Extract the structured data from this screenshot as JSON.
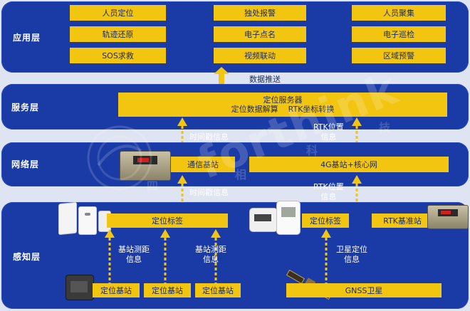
{
  "layers": {
    "application": {
      "label": "应用层",
      "col1": [
        "人员定位",
        "轨迹还原",
        "SOS求救"
      ],
      "col2": [
        "独处报警",
        "电子点名",
        "视频联动"
      ],
      "col3": [
        "人员聚集",
        "电子巡检",
        "区域预警"
      ]
    },
    "service": {
      "label": "服务层",
      "server_title": "定位服务器",
      "server_sub": "定位数据解算    RTK坐标转换"
    },
    "network": {
      "label": "网络层",
      "comm_station": "通信基站",
      "core_network": "4G基站+核心网"
    },
    "perception": {
      "label": "感知层",
      "tag_left": "定位标签",
      "tag_right": "定位标签",
      "rtk_station": "RTK基准站",
      "base_stations": [
        "定位基站",
        "定位基站",
        "定位基站"
      ],
      "gnss": "GNSS卫星"
    }
  },
  "flows": {
    "data_push": "数据推送",
    "timestamp_upper": "时间戳信息",
    "timestamp_lower": "时间戳信息",
    "rtk_upper": "RTK位置\n信息",
    "rtk_lower": "RTK位置\n信息",
    "ranging_left": "基站测距\n信息",
    "ranging_right": "基站测距\n信息",
    "satellite": "卫星定位\n信息"
  },
  "watermark": {
    "brand": "forthink",
    "chars": [
      "四",
      "相",
      "科",
      "技"
    ]
  },
  "colors": {
    "layer_bg": "#1a3aa6",
    "box_yellow": "#f2c511",
    "arrow_yellow": "#f2c511",
    "text_white": "#ffffff"
  }
}
